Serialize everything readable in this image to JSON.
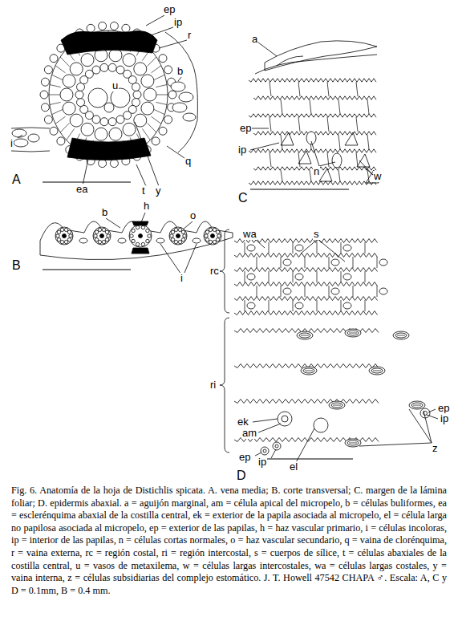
{
  "diagram": {
    "caption": "Fig. 6. Anatomía de la hoja de Distichlis spicata. A. vena media; B. corte transversal; C. margen de la lámina foliar; D. epidermis abaxial. a = aguijón marginal, am = célula apical del micropelo, b = células buliformes, ea = esclerénquima abaxial de la costilla central, ek = exterior de la papila asociada al micropelo, el = célula larga no papilosa asociada al micropelo, ep = exterior de las papilas, h = haz vascular primario, i = células incoloras, ip = interior de las papilas, n = células cortas normales, o = haz vascular secundario, q = vaina de clorénquima, r = vaina externa, rc = región costal, ri = región intercostal, s = cuerpos de sílice, t = células abaxiales de la costilla central, u = vasos de metaxilema, w = células largas intercostales, wa = células largas costales, y = vaina interna, z = células subsidiarias del complejo estomático. J. T. Howell 47542 CHAPA ♂. Escala: A, C y D = 0.1mm, B = 0.4 mm.",
    "labels": [
      "ep",
      "ip",
      "r",
      "u",
      "b",
      "i",
      "q",
      "ea",
      "t",
      "y",
      "A",
      "b",
      "h",
      "o",
      "i",
      "B",
      "a",
      "ep",
      "ip",
      "n",
      "w",
      "C",
      "wa",
      "s",
      "rc",
      "ri",
      "ek",
      "am",
      "ep",
      "ip",
      "ep",
      "ip",
      "el",
      "z",
      "D"
    ]
  }
}
